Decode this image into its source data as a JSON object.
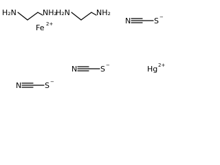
{
  "structure": {
    "en1": {
      "nh2_left": "H₂N",
      "nh2_right": "NH₂"
    },
    "en2": {
      "nh2_left": "H₂N",
      "nh2_right": "NH₂"
    },
    "iron": {
      "symbol": "Fe",
      "charge": "2+"
    },
    "mercury": {
      "symbol": "Hg",
      "charge": "2+"
    },
    "thiocyanates": [
      {
        "n": "N",
        "c": "C",
        "s": "S",
        "charge": "−"
      },
      {
        "n": "N",
        "c": "C",
        "s": "S",
        "charge": "−"
      },
      {
        "n": "N",
        "c": "C",
        "s": "S",
        "charge": "−"
      }
    ]
  },
  "colors": {
    "ink": "#000000",
    "background": "#ffffff"
  }
}
